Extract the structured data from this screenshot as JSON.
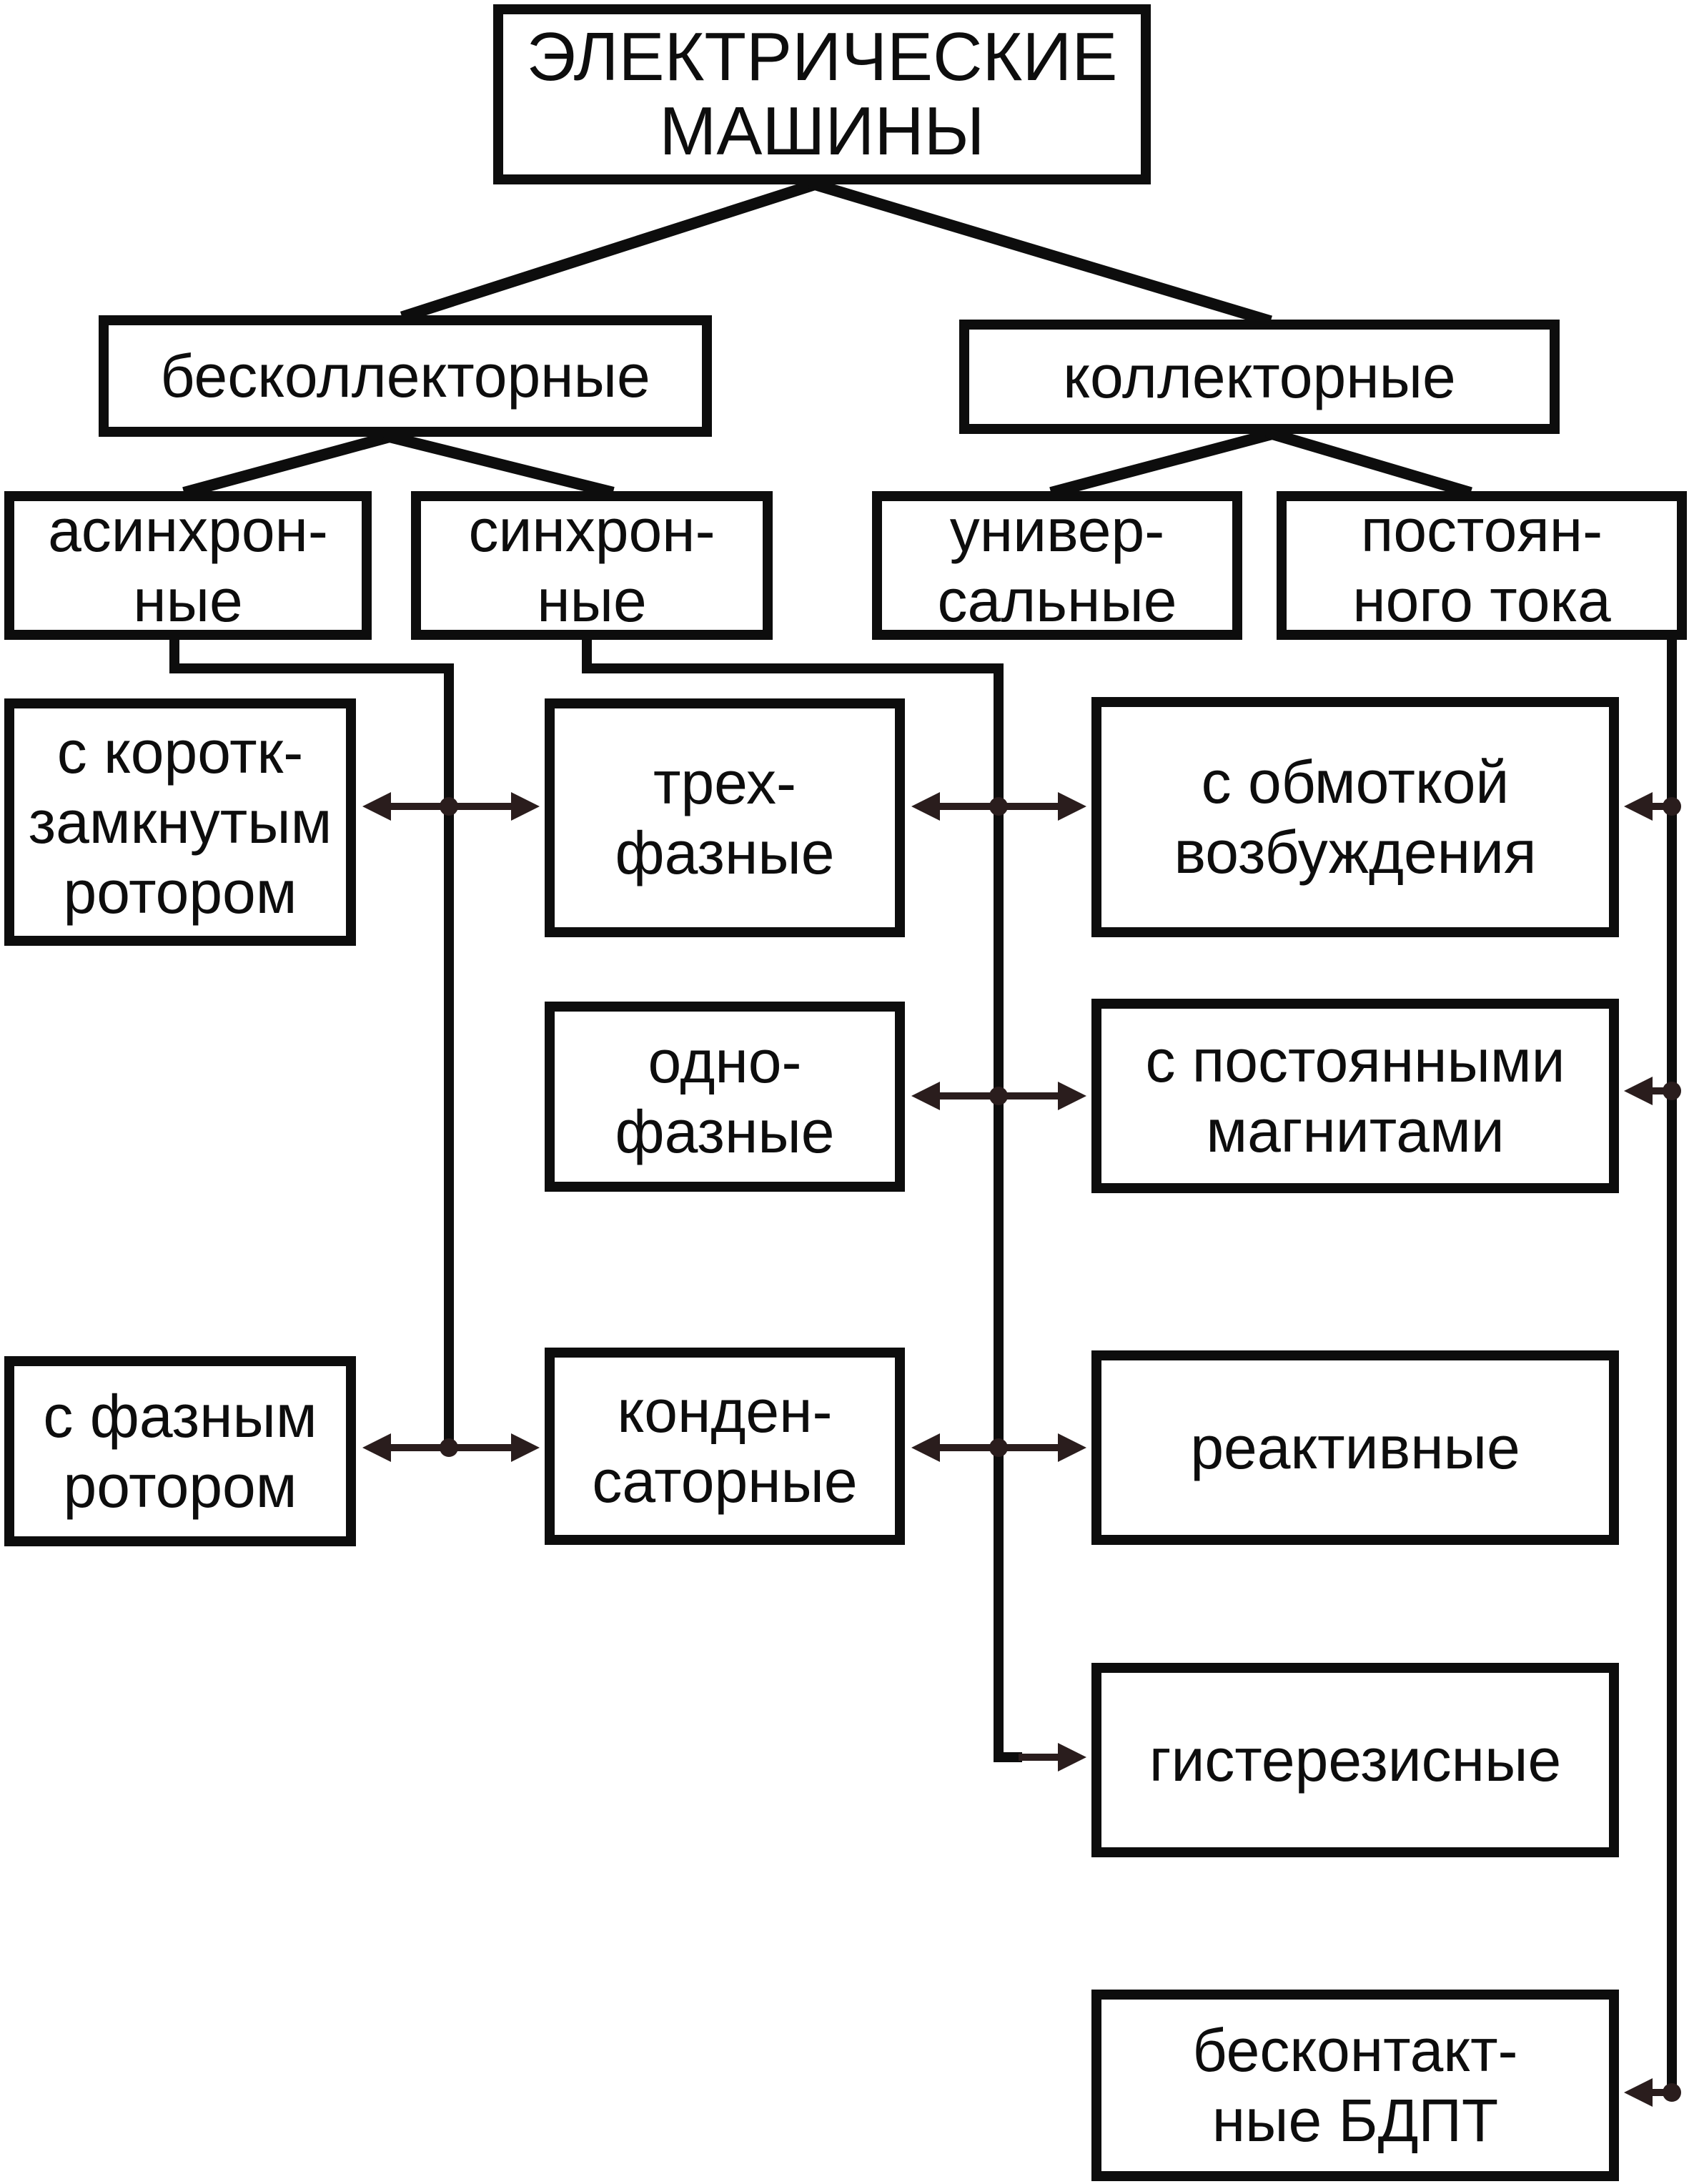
{
  "diagram": {
    "root": {
      "label": "ЭЛЕКТРИЧЕСКИЕ\nМАШИНЫ"
    },
    "groups": {
      "brushless": "бесколлекторные",
      "commutator": "коллекторные"
    },
    "families": {
      "asynchronous": "асинхрон-\nные",
      "synchronous": "синхрон-\nные",
      "universal": "универ-\nсальные",
      "dc": "постоян-\nного тока"
    },
    "rotor_types": {
      "squirrel_cage": "с коротк-\nзамкнутым\nротором",
      "wound_rotor": "с фазным\nротором"
    },
    "phase_types": {
      "three_phase": "трех-\nфазные",
      "single_phase": "одно-\nфазные",
      "capacitor": "конден-\nсаторные"
    },
    "excitation_types": {
      "field_winding": "с обмоткой\nвозбуждения",
      "permanent_magnets": "с постоянными\nмагнитами",
      "reluctance": "реактивные",
      "hysteresis": "гистерезисные",
      "bldc": "бесконтакт-\nные БДПТ"
    },
    "line_color": "#0d0d0d",
    "arrow_color": "#2a1d1d"
  }
}
